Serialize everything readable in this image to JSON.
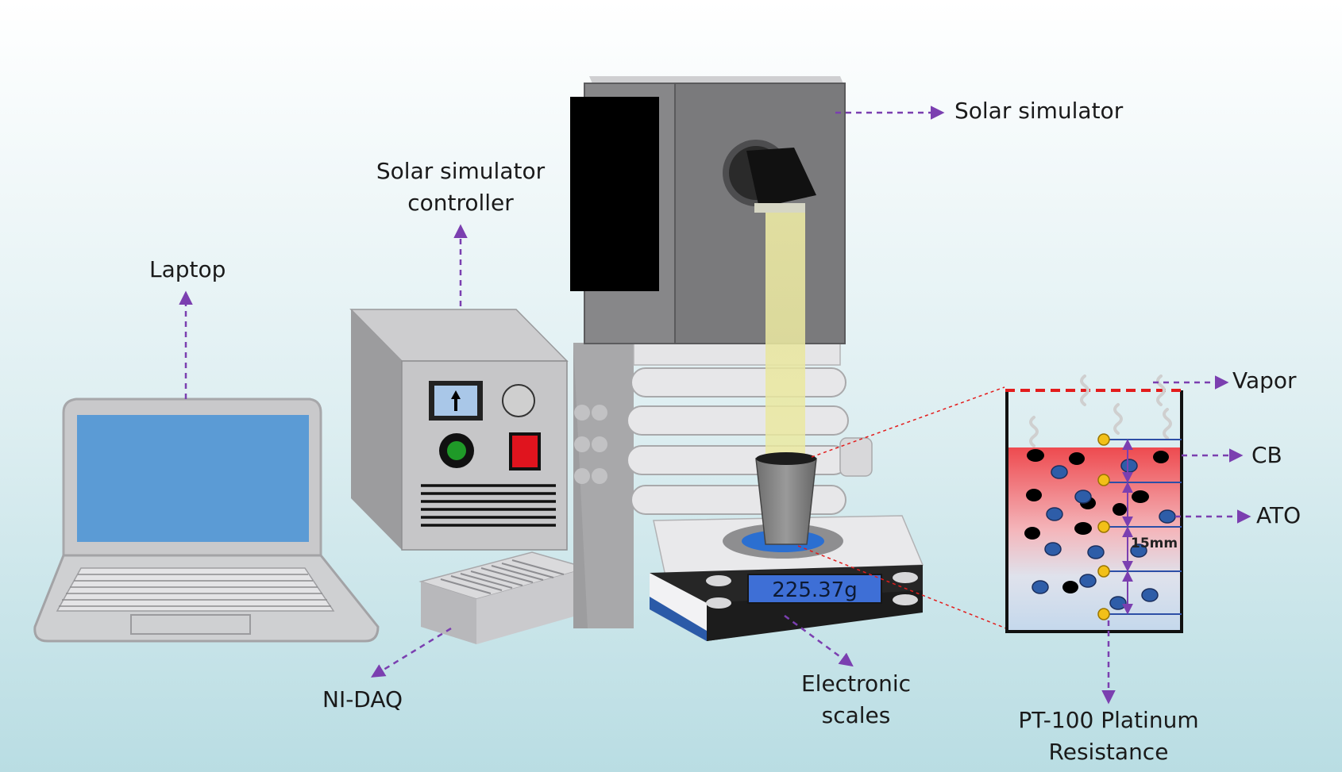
{
  "labels": {
    "solar_simulator": "Solar simulator",
    "controller_line1": "Solar simulator",
    "controller_line2": "controller",
    "laptop": "Laptop",
    "vapor": "Vapor",
    "cb": "CB",
    "ato": "ATO",
    "ni_daq": "NI-DAQ",
    "scales_line1": "Electronic",
    "scales_line2": "scales",
    "pt100_line1": "PT-100 Platinum",
    "pt100_line2": "Resistance",
    "distance": "15mm"
  },
  "readout": {
    "scale_display": "225.37g"
  },
  "colors": {
    "arrow": "#7b3fb0",
    "laptop_screen": "#5b9bd5",
    "gold_sensor": "#f2c018",
    "ato_particle": "#2e5da8",
    "cb_particle": "#000000",
    "vapor_line": "#e31c1c"
  }
}
